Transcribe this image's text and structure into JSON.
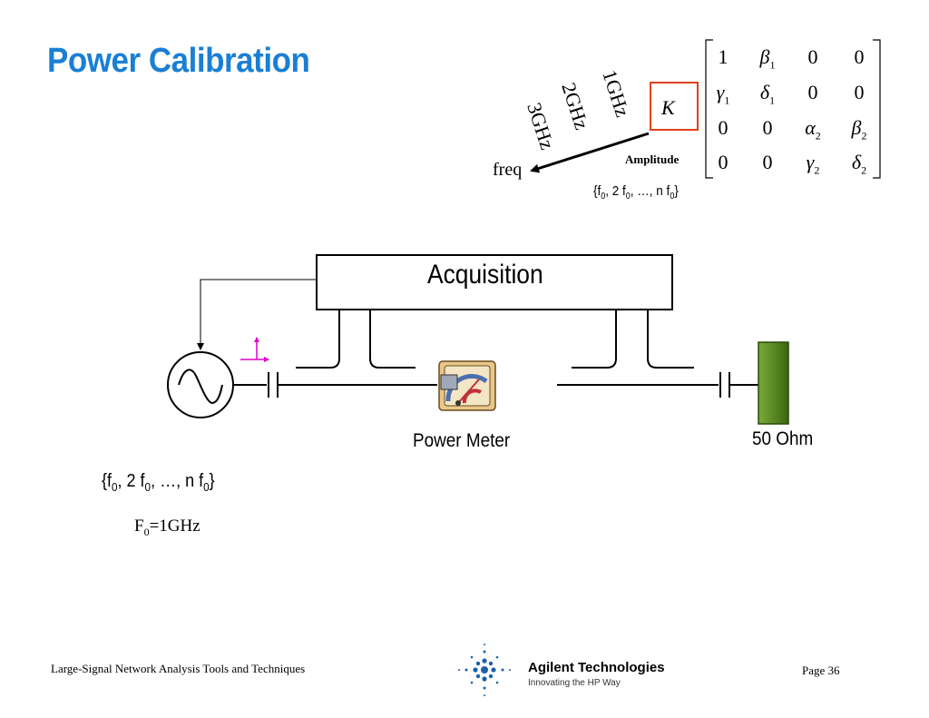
{
  "title": "Power Calibration",
  "colors": {
    "title": "#1a7fd4",
    "k_box": "#e0401c",
    "marker": "#e000c8",
    "load": "#4a7a1a",
    "logo": "#1e5fa8"
  },
  "top_diagram": {
    "freq_labels": [
      "1GHz",
      "2GHz",
      "3GHz"
    ],
    "freq_axis_label": "freq",
    "k_label": "K",
    "amplitude_label": "Amplitude",
    "harmonics_label": "{f0, 2 f0, …, n f0}",
    "matrix": [
      [
        "1",
        "β1",
        "0",
        "0"
      ],
      [
        "γ1",
        "δ1",
        "0",
        "0"
      ],
      [
        "0",
        "0",
        "α2",
        "β2"
      ],
      [
        "0",
        "0",
        "γ2",
        "δ2"
      ]
    ]
  },
  "setup": {
    "acquisition_label": "Acquisition",
    "power_meter_label": "Power Meter",
    "load_label": "50 Ohm",
    "harmonics_label": "{f0, 2 f0, …, n f0}",
    "f0_label": "F0=1GHz"
  },
  "footer": {
    "left": "Large-Signal Network Analysis Tools and Techniques",
    "company": "Agilent Technologies",
    "tagline": "Innovating the HP Way",
    "page": "Page 36"
  }
}
